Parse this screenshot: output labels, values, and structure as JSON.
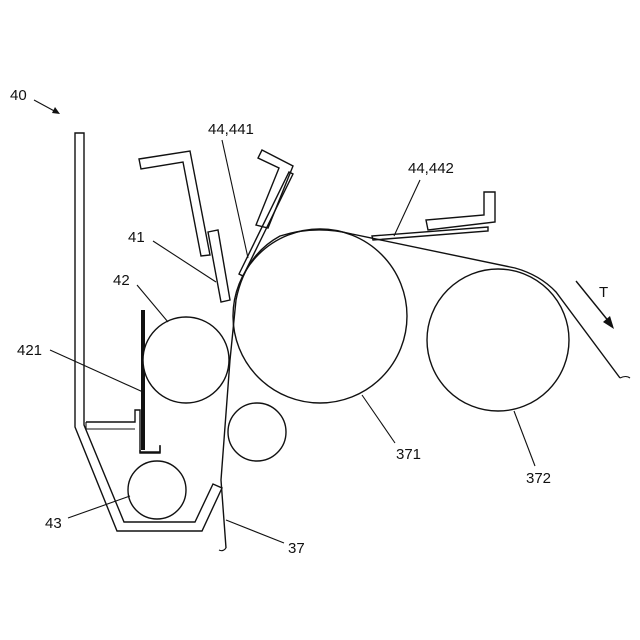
{
  "labels": {
    "device": "40",
    "blade_upper": "44,441",
    "blade_right": "44,442",
    "part_41": "41",
    "roller_42": "42",
    "blade_421": "421",
    "roller_43": "43",
    "belt_37": "37",
    "roller_371": "371",
    "roller_372": "372",
    "direction": "T"
  },
  "colors": {
    "line": "#111111",
    "background": "#ffffff"
  }
}
